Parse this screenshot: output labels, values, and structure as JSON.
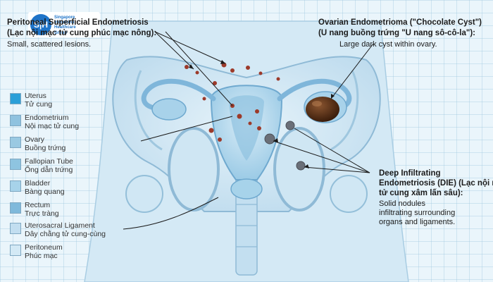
{
  "logo": {
    "mark": "S|H",
    "lines": [
      "Singapore",
      "Indochina",
      "Healthcare",
      "Group"
    ]
  },
  "superficial": {
    "title": "Peritoneal Superficial Endometriosis",
    "title_vi": "(Lạc nội mạc tử cung phúc mạc nông):",
    "desc": "Small, scattered lesions."
  },
  "ovarian": {
    "title": "Ovarian Endometrioma (\"Chocolate Cyst\")",
    "title_vi": "(U nang buồng trứng \"U nang sô-cô-la\"):",
    "desc": "Large dark cyst within ovary."
  },
  "die": {
    "line1": "Deep Infiltrating",
    "line2": "Endometriosis (DIE) (Lạc nội mạc",
    "line3": "tử cung xâm lấn sâu):",
    "desc1": "Solid nodules",
    "desc2": "infiltrating surrounding",
    "desc3": "organs and ligaments."
  },
  "legend": [
    {
      "en": "Uterus",
      "vi": "Tử cung",
      "color": "#2b9fd8"
    },
    {
      "en": "Endometrium",
      "vi": "Nội mạc tử cung",
      "color": "#8fc2df"
    },
    {
      "en": "Ovary",
      "vi": "Buồng trứng",
      "color": "#9ac9e2"
    },
    {
      "en": "Fallopian Tube",
      "vi": "Ống dẫn trứng",
      "color": "#8ec4e0"
    },
    {
      "en": "Bladder",
      "vi": "Bàng quang",
      "color": "#a7d3ea"
    },
    {
      "en": "Rectum",
      "vi": "Trực tràng",
      "color": "#7fb9db"
    },
    {
      "en": "Uterosacral Ligament",
      "vi": "Dây chằng tử cung-cùng",
      "color": "#c2def0"
    },
    {
      "en": "Peritoneum",
      "vi": "Phúc mạc",
      "color": "#d3e9f5"
    }
  ]
}
